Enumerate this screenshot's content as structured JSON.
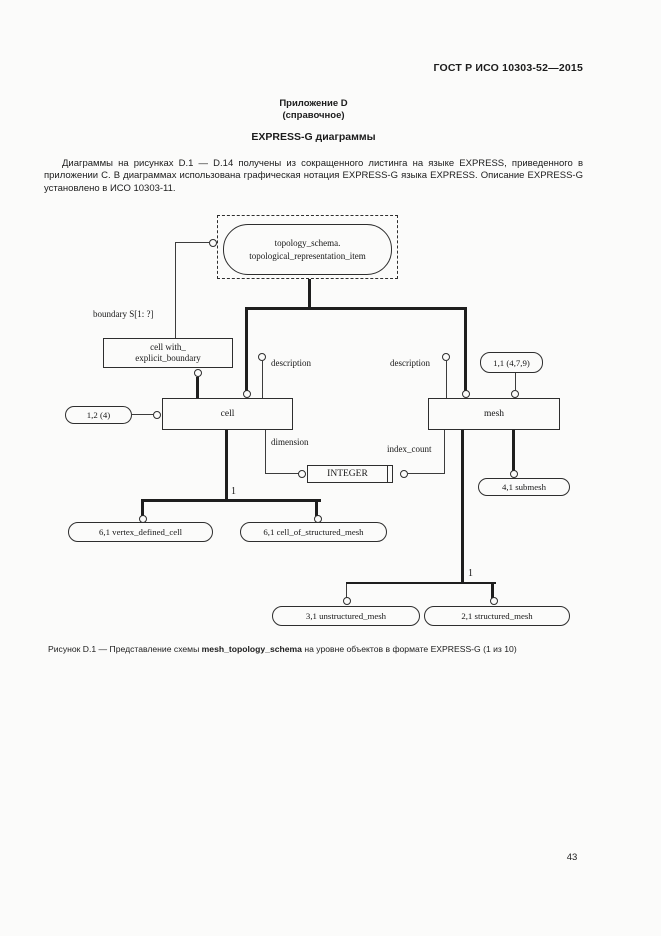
{
  "page": {
    "header": "ГОСТ Р ИСО 10303-52—2015",
    "appendix_title": "Приложение D",
    "appendix_subtitle": "(справочное)",
    "section_title": "EXPRESS-G диаграммы",
    "paragraph": "Диаграммы на рисунках D.1 — D.14 получены из сокращенного листинга на языке EXPRESS, приведенного в приложении С. В диаграммах использована графическая нотация EXPRESS-G языка EXPRESS. Описание EXPRESS-G установлено в ИСО 10303-11.",
    "page_number": "43"
  },
  "caption": {
    "prefix": "Рисунок D.1 — Представление схемы ",
    "schema_name": "mesh_topology_schema",
    "suffix": " на уровне объектов в формате EXPRESS-G (1 из 10)"
  },
  "diagram": {
    "interschema_ref": {
      "line1": "topology_schema.",
      "line2": "topological_representation_item"
    },
    "entities": {
      "cell_with_line1": "cell with_",
      "cell_with_line2": "explicit_boundary",
      "cell": "cell",
      "mesh": "mesh"
    },
    "type_integer": "INTEGER",
    "attributes": {
      "boundary": "boundary S[1: ?]",
      "description_cell": "description",
      "description_mesh": "description",
      "dimension": "dimension",
      "index_count": "index_count"
    },
    "cardinality": {
      "cell_tree": "1",
      "mesh_tree": "1"
    },
    "page_refs": {
      "ref_cell": "1,2 (4)",
      "ref_mesh": "1,1 (4,7,9)",
      "submesh": "4,1 submesh",
      "vertex_defined_cell": "6,1 vertex_defined_cell",
      "cell_of_structured_mesh": "6,1 cell_of_structured_mesh",
      "unstructured_mesh": "3,1 unstructured_mesh",
      "structured_mesh": "2,1 structured_mesh"
    }
  }
}
